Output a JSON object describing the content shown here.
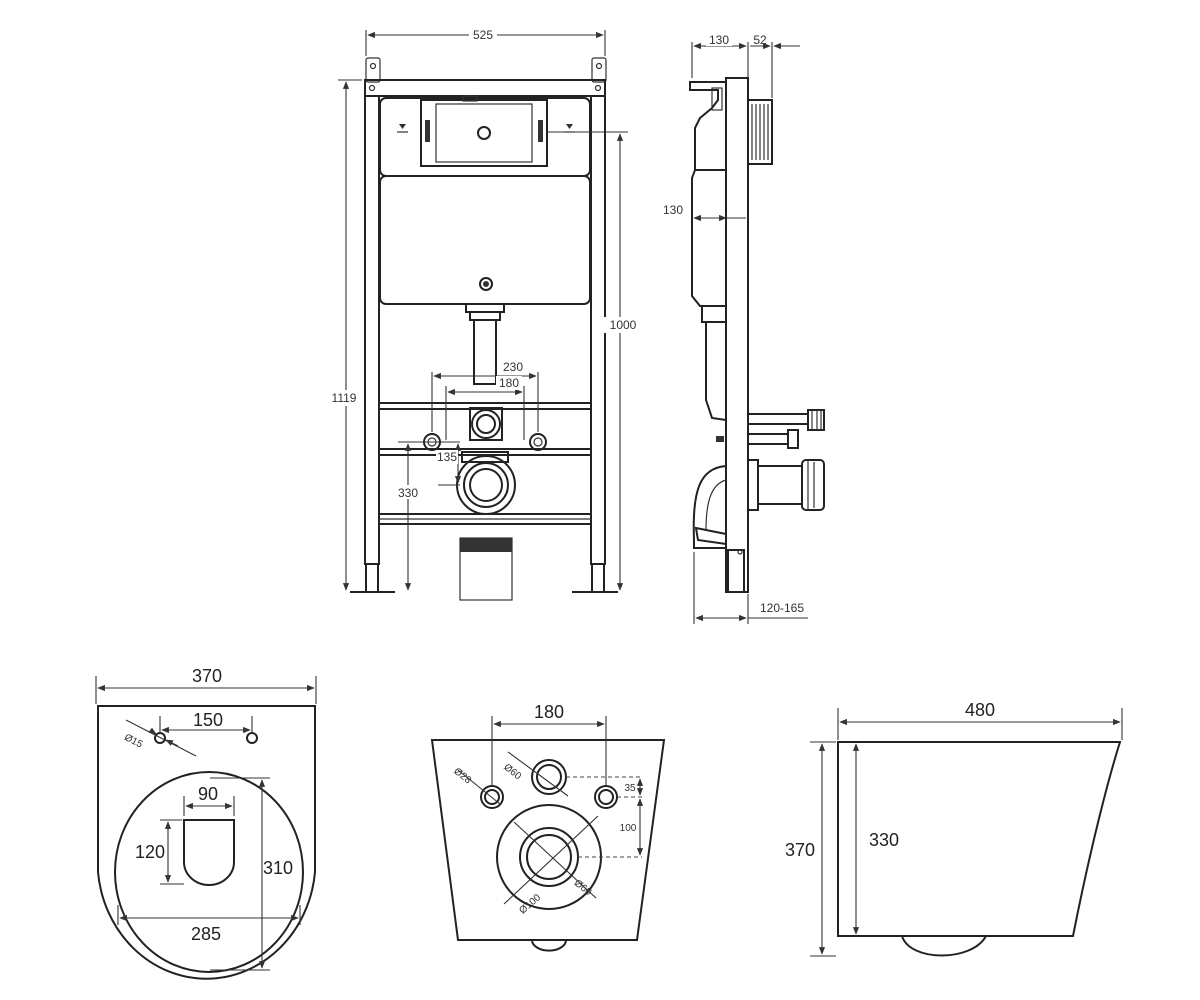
{
  "front_view": {
    "dims": {
      "total_width": "525",
      "total_height": "1119",
      "height_to_actuator": "1000",
      "bolt_outer": "230",
      "bolt_inner": "180",
      "inlet_offset": "135",
      "outlet_height": "330"
    }
  },
  "side_view": {
    "dims": {
      "tank_depth_top": "130",
      "flush_plate_depth": "52",
      "tank_depth": "130",
      "wall_depth": "120-165"
    }
  },
  "bowl_top": {
    "dims": {
      "width": "370",
      "hole_spacing": "150",
      "hole_diameter": "Ø15",
      "inner_width": "90",
      "inner_length": "120",
      "depth": "310",
      "bowl_width": "285"
    }
  },
  "bowl_back": {
    "dims": {
      "bolt_spacing": "180",
      "bolt_hole": "Ø28",
      "inlet": "Ø60",
      "vert_small": "35",
      "vert_large": "100",
      "outlet_inner": "Ø60",
      "outlet_outer": "Ø100"
    }
  },
  "bowl_side": {
    "dims": {
      "length": "480",
      "height": "370",
      "inner_height": "330"
    }
  }
}
